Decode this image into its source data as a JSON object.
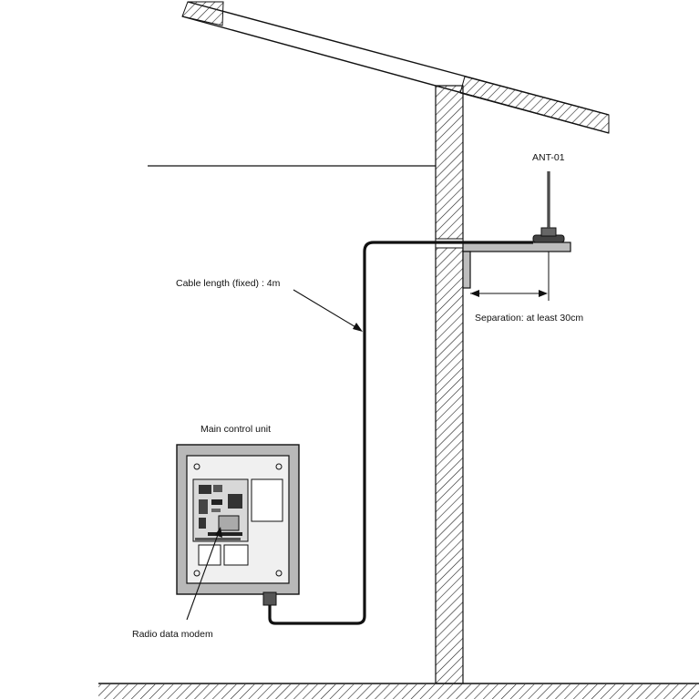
{
  "labels": {
    "antenna": "ANT-01",
    "cable_length": "Cable length (fixed) : 4m",
    "separation": "Separation: at least 30cm",
    "main_unit": "Main control unit",
    "modem": "Radio data modem"
  },
  "colors": {
    "line": "#111111",
    "hatch": "#222222",
    "unit_frame": "#9a9a9a",
    "unit_panel": "#f0f0f0",
    "board": "#d8d8d8"
  }
}
